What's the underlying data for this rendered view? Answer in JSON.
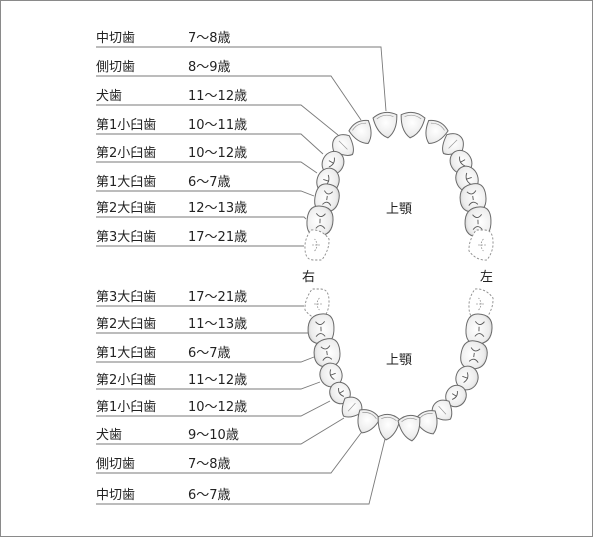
{
  "upper_rows": [
    {
      "name": "中切歯",
      "age": "7～8歳"
    },
    {
      "name": "側切歯",
      "age": "8～9歳"
    },
    {
      "name": "犬歯",
      "age": "11～12歳"
    },
    {
      "name": "第1小臼歯",
      "age": "10～11歳"
    },
    {
      "name": "第2小臼歯",
      "age": "10～12歳"
    },
    {
      "name": "第1大臼歯",
      "age": "6～7歳"
    },
    {
      "name": "第2大臼歯",
      "age": "12～13歳"
    },
    {
      "name": "第3大臼歯",
      "age": "17～21歳"
    }
  ],
  "lower_rows": [
    {
      "name": "第3大臼歯",
      "age": "17～21歳"
    },
    {
      "name": "第2大臼歯",
      "age": "11～13歳"
    },
    {
      "name": "第1大臼歯",
      "age": "6～7歳"
    },
    {
      "name": "第2小臼歯",
      "age": "11～12歳"
    },
    {
      "name": "第1小臼歯",
      "age": "10～12歳"
    },
    {
      "name": "犬歯",
      "age": "9～10歳"
    },
    {
      "name": "側切歯",
      "age": "7～8歳"
    },
    {
      "name": "中切歯",
      "age": "6～7歳"
    }
  ],
  "labels": {
    "upper_jaw": "上顎",
    "lower_jaw": "上顎",
    "right": "右",
    "left": "左"
  },
  "colors": {
    "line": "#7a7a7a",
    "tooth_fill": "#f4f4f4",
    "tooth_stroke": "#6a6a6a",
    "tooth_shade": "#d9d9d9"
  }
}
